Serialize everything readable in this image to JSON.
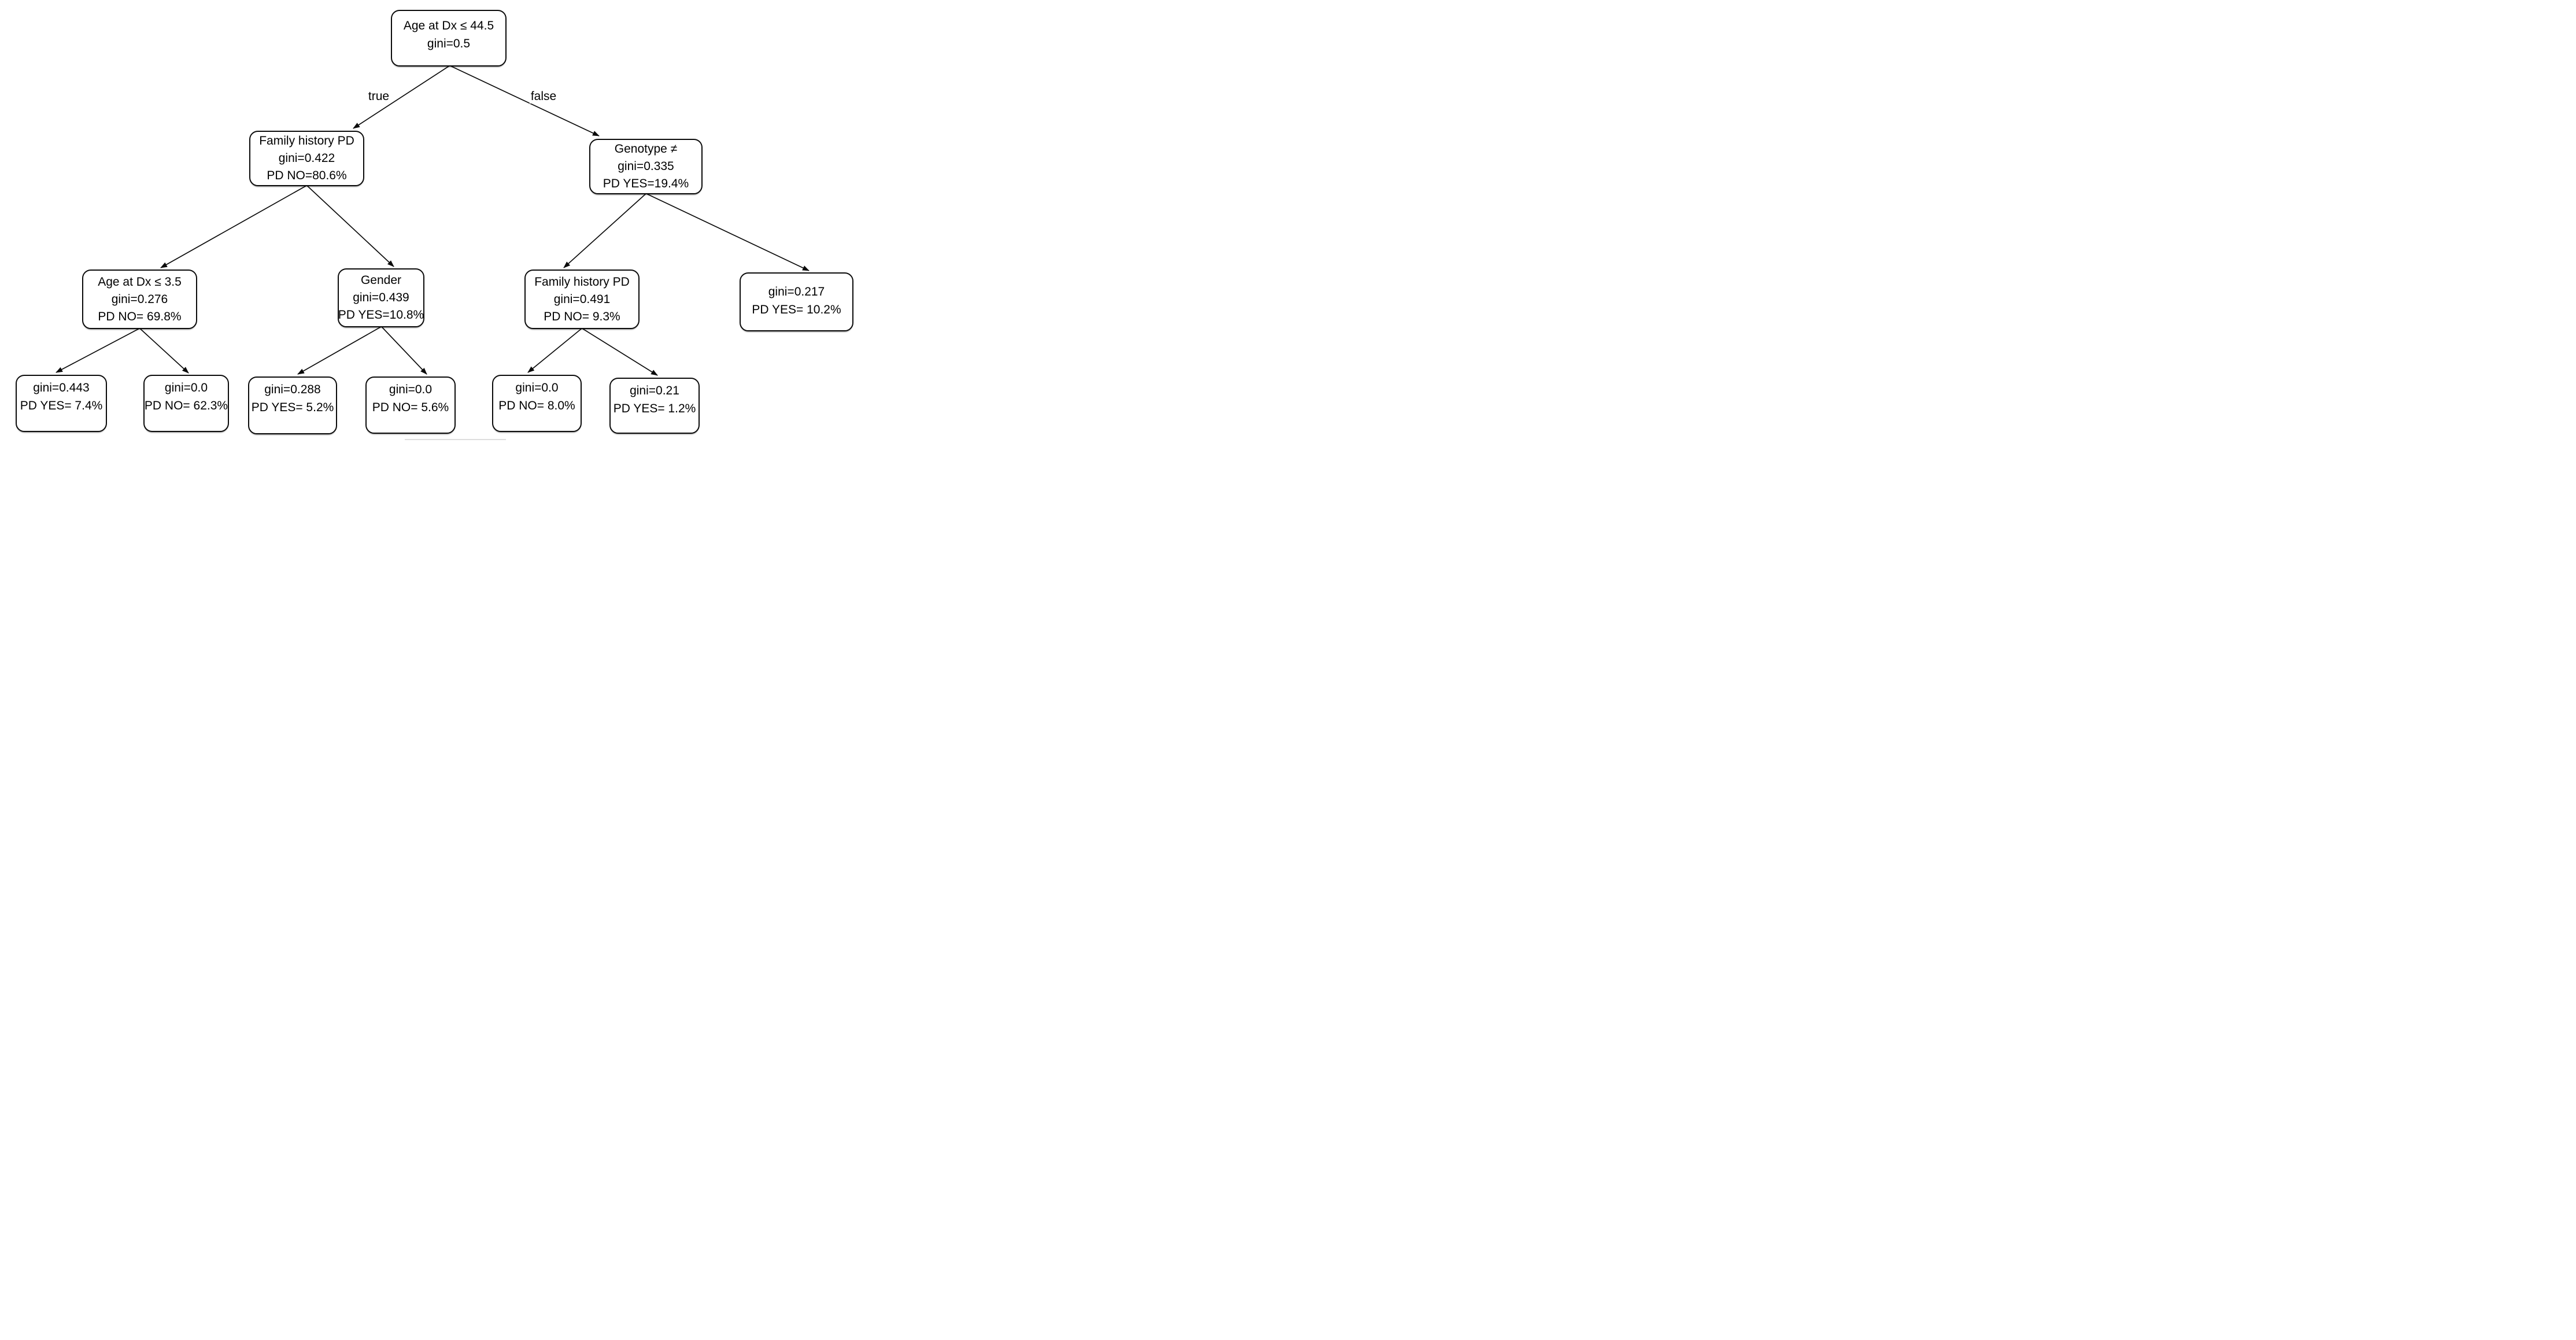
{
  "colors": {
    "background": "#ffffff",
    "node_fill": "#ffffff",
    "node_border": "#000000",
    "text": "#000000",
    "edge": "#000000"
  },
  "edge_labels": {
    "left": "true",
    "right": "false"
  },
  "tree": {
    "root": {
      "line1": "Age at Dx ≤ 44.5",
      "line2": "gini=0.5"
    },
    "l2_left": {
      "line1": "Family history PD",
      "line2": "gini=0.422",
      "line3": "PD NO=80.6%"
    },
    "l2_right": {
      "line1": "Genotype ≠",
      "line2": "gini=0.335",
      "line3": "PD YES=19.4%"
    },
    "l3_age": {
      "line1": "Age at Dx ≤ 3.5",
      "line2": "gini=0.276",
      "line3": "PD NO= 69.8%"
    },
    "l3_gender": {
      "line1": "Gender",
      "line2": "gini=0.439",
      "line3": "PD YES=10.8%"
    },
    "l3_family": {
      "line1": "Family history PD",
      "line2": "gini=0.491",
      "line3": "PD NO= 9.3%"
    },
    "l3_leaf217": {
      "line1": "gini=0.217",
      "line2": "PD YES= 10.2%"
    },
    "leaf_443": {
      "line1": "gini=0.443",
      "line2": "PD YES= 7.4%"
    },
    "leaf_623": {
      "line1": "gini=0.0",
      "line2": "PD NO= 62.3%"
    },
    "leaf_288": {
      "line1": "gini=0.288",
      "line2": "PD YES= 5.2%"
    },
    "leaf_56": {
      "line1": "gini=0.0",
      "line2": "PD NO= 5.6%"
    },
    "leaf_80": {
      "line1": "gini=0.0",
      "line2": "PD NO= 8.0%"
    },
    "leaf_21": {
      "line1": "gini=0.21",
      "line2": "PD YES= 1.2%"
    }
  }
}
